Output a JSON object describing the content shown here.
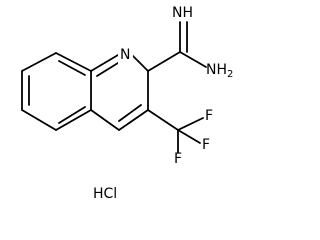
{
  "molecule": {
    "atoms": {
      "imine": "NH",
      "amine": "NH2",
      "ring_nitrogen": "N",
      "fluorine_1": "F",
      "fluorine_2": "F",
      "fluorine_3": "F"
    },
    "salt": "HCl"
  }
}
